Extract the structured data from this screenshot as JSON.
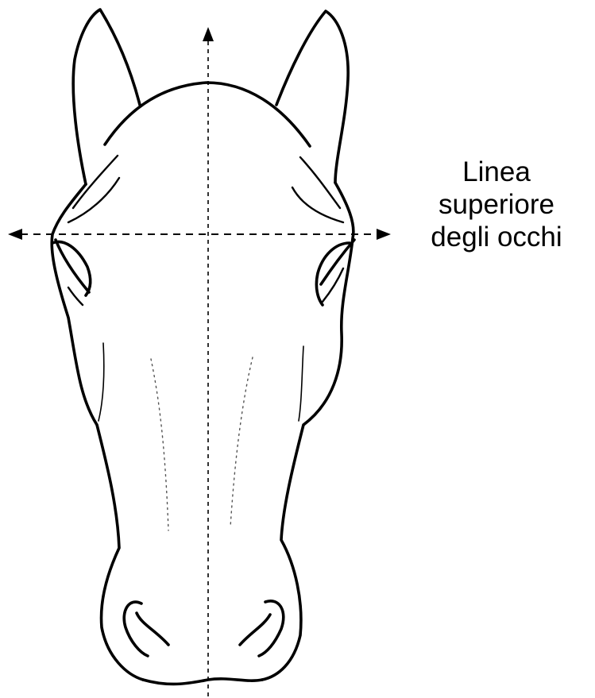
{
  "figure": {
    "subject": "horse head, frontal view",
    "line_color": "#000000",
    "background_color": "#ffffff"
  },
  "labels": {
    "eye_line": [
      "Linea",
      "superiore",
      "degli occhi"
    ]
  }
}
